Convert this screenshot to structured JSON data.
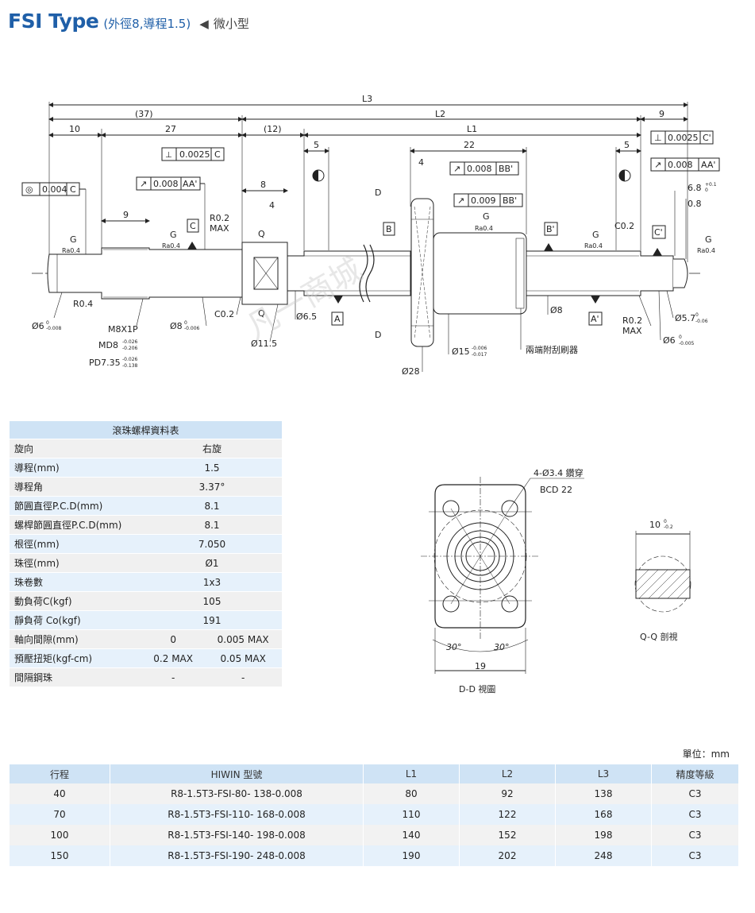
{
  "header": {
    "title": "FSI Type",
    "subtitle": "(外徑8,導程1.5)",
    "arrow": "◀",
    "category": "微小型"
  },
  "drawing": {
    "dims": {
      "L3": "L3",
      "p37": "(37)",
      "L2": "L2",
      "d10": "10",
      "d27": "27",
      "p12": "(12)",
      "L1": "L1",
      "d9": "9",
      "d5a": "5",
      "d22": "22",
      "d5b": "5",
      "d4a": "4",
      "d8": "8",
      "d4b": "4",
      "d9b": "9"
    },
    "tol": {
      "t1": "0.0025",
      "t1c": "C",
      "t2": "0.008",
      "t2c": "AA'",
      "t3": "0.004",
      "t3c": "C",
      "t4": "0.008",
      "t4c": "BB'",
      "t5": "0.009",
      "t5c": "BB'",
      "t6": "0.0025",
      "t6c": "C'",
      "t7": "0.008",
      "t7c": "AA'"
    },
    "labels": {
      "G": "G",
      "Ra": "Ra0.4",
      "R02": "R0.2",
      "MAX": "MAX",
      "C02": "C0.2",
      "C": "C",
      "B": "B",
      "Bp": "B'",
      "Cp": "C'",
      "A": "A",
      "Ap": "A'",
      "Q": "Q",
      "D": "D",
      "R04": "R0.4",
      "M8": "M8X1P",
      "MD8": "MD8",
      "PD": "PD7.35",
      "d6": "Ø6",
      "d8b": "Ø8",
      "d65": "Ø6.5",
      "d115": "Ø11.5",
      "d15": "Ø15",
      "d28": "Ø28",
      "d8c": "Ø8",
      "d57": "Ø5.7",
      "d6b": "Ø6",
      "wiper": "兩端附刮刷器",
      "s68": "6.8",
      "s08": "0.8"
    },
    "tols": {
      "a": "0",
      "b": "-0.008",
      "c": "-0.026",
      "d": "-0.206",
      "e": "-0.026",
      "f": "-0.138",
      "g": "0",
      "h": "-0.006",
      "i": "-0.006",
      "j": "-0.017",
      "k": "0",
      "l": "-0.06",
      "m": "0",
      "n": "-0.005",
      "o": "+0.1",
      "p": "0"
    },
    "watermark": "凡一商城"
  },
  "views": {
    "hole": "4-Ø3.4 鑽穿",
    "bcd": "BCD 22",
    "a30a": "30°",
    "a30b": "30°",
    "w19": "19",
    "dd": "D-D 視圖",
    "w10": "10",
    "w10tol": "0",
    "w10tol2": "-0.2",
    "qq": "Q-Q 剖視"
  },
  "spec": {
    "title": "滾珠螺桿資料表",
    "rows": [
      {
        "k": "旋向",
        "v": "右旋"
      },
      {
        "k": "導程(mm)",
        "v": "1.5"
      },
      {
        "k": "導程角",
        "v": "3.37°"
      },
      {
        "k": "節圓直徑P.C.D(mm)",
        "v": "8.1"
      },
      {
        "k": "螺桿節圓直徑P.C.D(mm)",
        "v": "8.1"
      },
      {
        "k": "根徑(mm)",
        "v": "7.050"
      },
      {
        "k": "珠徑(mm)",
        "v": "Ø1"
      },
      {
        "k": "珠卷數",
        "v": "1x3"
      },
      {
        "k": "動負荷C(kgf)",
        "v": "105"
      },
      {
        "k": "靜負荷 Co(kgf)",
        "v": "191"
      }
    ],
    "split_rows": [
      {
        "k": "軸向間隙(mm)",
        "v1": "0",
        "v2": "0.005 MAX"
      },
      {
        "k": "預壓扭矩(kgf-cm)",
        "v1": "0.2 MAX",
        "v2": "0.05 MAX"
      },
      {
        "k": "間隔鋼珠",
        "v1": "-",
        "v2": "-"
      }
    ]
  },
  "unit": "單位：mm",
  "models": {
    "headers": [
      "行程",
      "HIWIN 型號",
      "L1",
      "L2",
      "L3",
      "精度等級"
    ],
    "rows": [
      [
        "40",
        "R8-1.5T3-FSI-80- 138-0.008",
        "80",
        "92",
        "138",
        "C3"
      ],
      [
        "70",
        "R8-1.5T3-FSI-110- 168-0.008",
        "110",
        "122",
        "168",
        "C3"
      ],
      [
        "100",
        "R8-1.5T3-FSI-140- 198-0.008",
        "140",
        "152",
        "198",
        "C3"
      ],
      [
        "150",
        "R8-1.5T3-FSI-190- 248-0.008",
        "190",
        "202",
        "248",
        "C3"
      ]
    ]
  }
}
